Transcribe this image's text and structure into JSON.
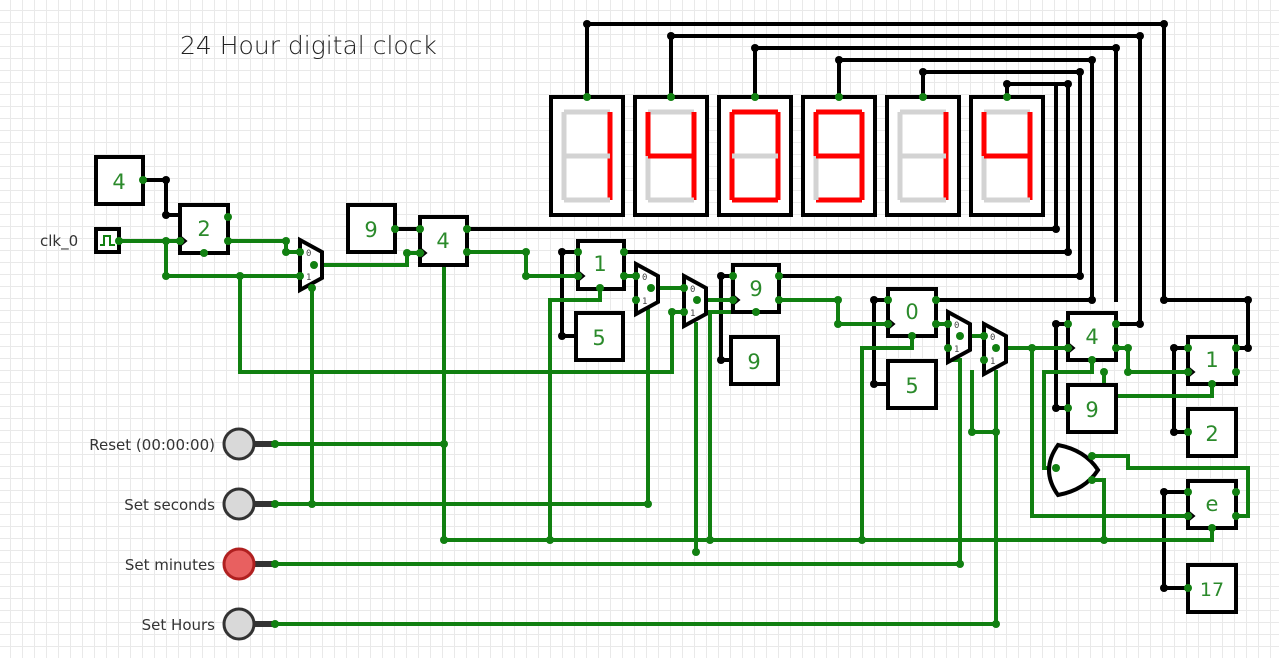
{
  "title": "24 Hour digital clock",
  "clock_input": {
    "label": "clk_0",
    "icon": "square-wave-icon"
  },
  "display": {
    "digits": [
      "1",
      "4",
      "0",
      "9",
      "1",
      "4"
    ],
    "segment_on_color": "#ff0000",
    "segment_off_color": "#d3d3d3"
  },
  "constants": {
    "c_4_top": "4",
    "c_9_sec": "9",
    "c_5_sec": "5",
    "c_9_sec_b": "9",
    "c_5_min": "5",
    "c_9_hr": "9",
    "c_2_hr": "2",
    "c_17": "17"
  },
  "counters": {
    "prescale": "2",
    "sec_ones": "4",
    "sec_tens": "1",
    "min_ones": "9",
    "min_tens": "0",
    "hr_ones": "4",
    "hr_tens": "1",
    "extra": "e"
  },
  "mux_labels": {
    "in0": "0",
    "in1": "1"
  },
  "inputs": [
    {
      "label": "Reset (00:00:00)",
      "state": "off"
    },
    {
      "label": "Set seconds",
      "state": "off"
    },
    {
      "label": "Set minutes",
      "state": "on"
    },
    {
      "label": "Set Hours",
      "state": "off"
    }
  ],
  "colors": {
    "wire_active": "#118011",
    "wire_bus": "#000000",
    "input_on": "#e86060",
    "input_off": "#d9d9d9"
  }
}
